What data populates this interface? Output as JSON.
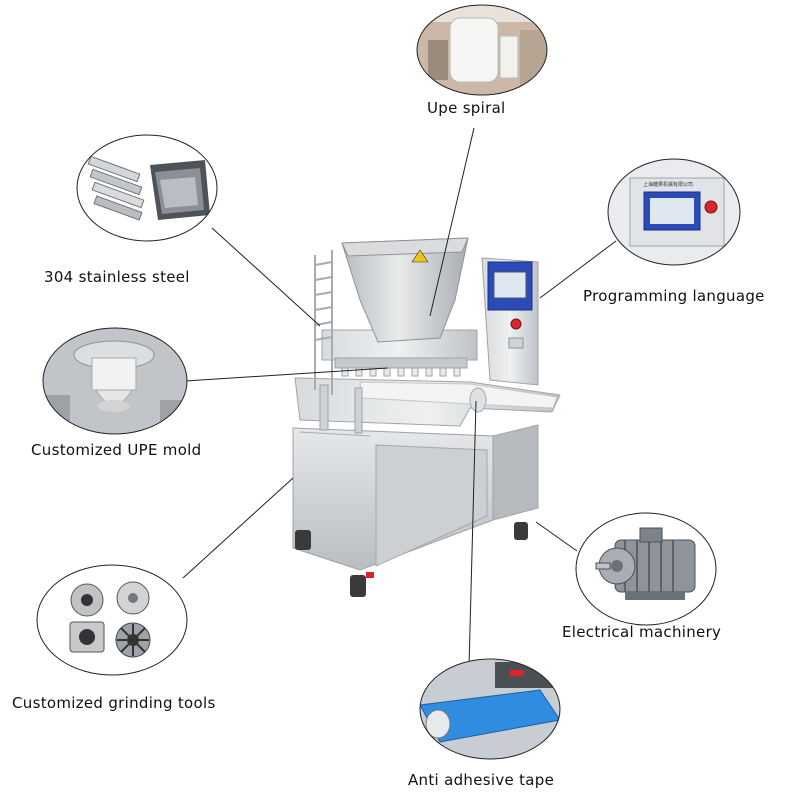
{
  "callouts": {
    "upe_spiral": "Upe spiral",
    "stainless_steel": "304 stainless steel",
    "programming_language": "Programming language",
    "upe_mold": "Customized UPE mold",
    "electrical_machinery": "Electrical machinery",
    "grinding_tools": "Customized grinding tools",
    "anti_adhesive_tape": "Anti adhesive tape"
  },
  "panel_text": {
    "screen_header": "上海糖果机械有限公司"
  },
  "colors": {
    "line": "#222222",
    "steel": "#c9cccf",
    "screen_blue": "#2a4bb8",
    "stop_red": "#d8262b",
    "tape_blue": "#2f8ce0",
    "motor_grey": "#8d949b"
  }
}
